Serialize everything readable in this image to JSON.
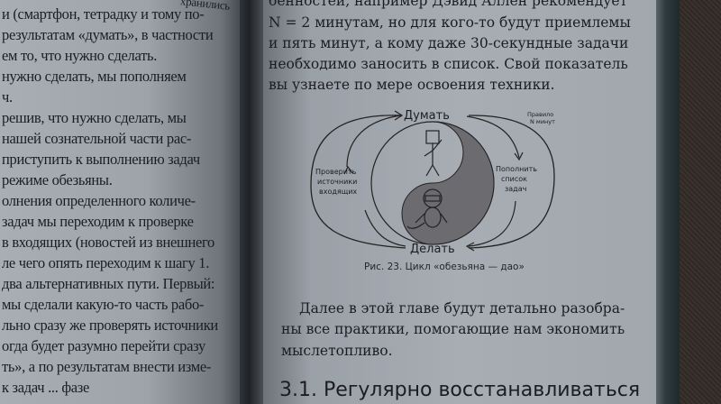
{
  "left_page": {
    "lines": [
      "хранились",
      "и (смартфон, тетрадку и тому по-",
      "результатам «думать», в частности",
      "ем то, что нужно сделать.",
      "нужно сделать, мы пополняем",
      "ч.",
      "решив, что нужно сделать, мы",
      "нашей сознательной части рас-",
      "приступить к выполнению задач",
      "режиме обезьяны.",
      "олнения определенного количе-",
      "задач мы переходим к проверке",
      "в входящих (новостей из внешнего",
      "ле чего опять переходим к шагу 1.",
      "два альтернативных пути. Первый:",
      "мы сделали какую-то часть рабо-",
      "льно сразу же проверять источники",
      "огда будет разумно перейти сразу",
      "ть», а по результатам внести изме-",
      "к задач ... фазе"
    ]
  },
  "right_page": {
    "top_lines": [
      "бенностей, например Дэвид Аллен рекомендует",
      "N = 2 минутам, но для кого-то будут приемлемы",
      "и пять минут, а кому даже 30-секундные задачи",
      "необходимо заносить в список. Свой показатель",
      "вы узнаете по мере освоения техники."
    ],
    "figure": {
      "top_label": "Думать",
      "bottom_label": "Делать",
      "left_label": [
        "Проверить",
        "источники",
        "входящих"
      ],
      "right_label": [
        "Пополнить",
        "список",
        "задач"
      ],
      "corner_note": [
        "Правило",
        "N минут"
      ],
      "caption": "Рис. 23. Цикл «обезьяна — дао»"
    },
    "paragraph_lines": [
      "Далее в этой главе будут детально разобра-",
      "ны все практики, помогающие нам экономить",
      "мыслетопливо."
    ],
    "heading": "3.1. Регулярно восстанавливаться"
  }
}
